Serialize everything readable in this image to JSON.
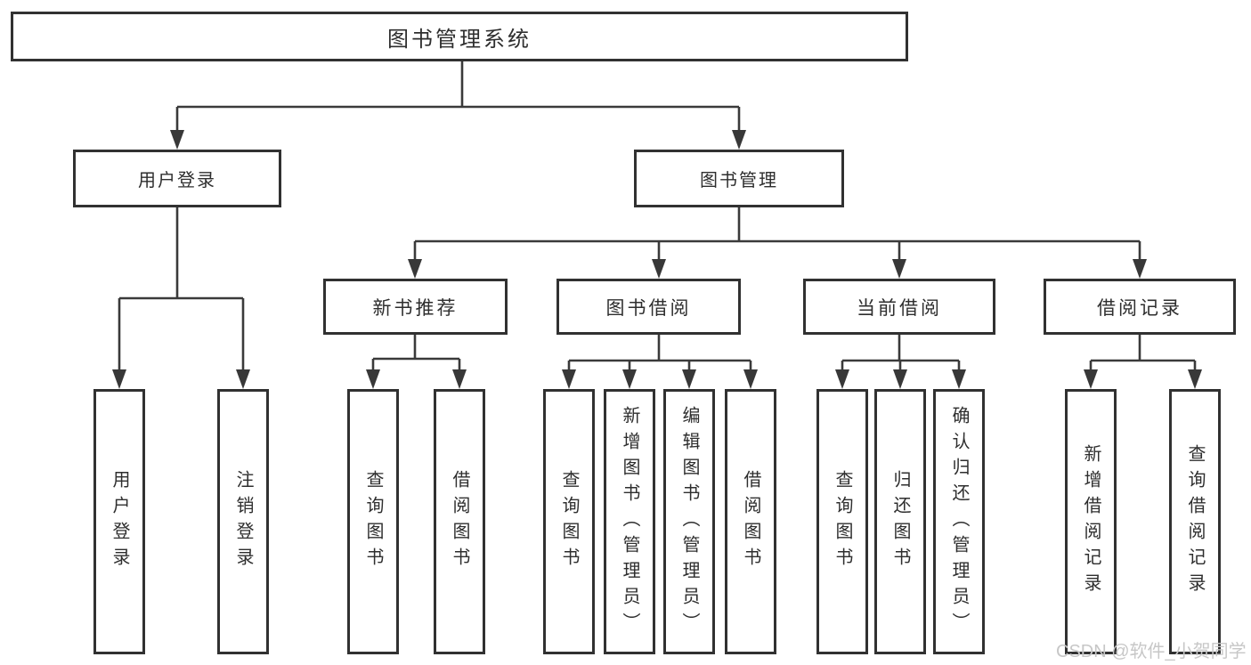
{
  "tree": {
    "label": "图书管理系统",
    "children": [
      {
        "label": "用户登录",
        "children": [
          {
            "label": "用户登录"
          },
          {
            "label": "注销登录"
          }
        ]
      },
      {
        "label": "图书管理",
        "children": [
          {
            "label": "新书推荐",
            "children": [
              {
                "label": "查询图书"
              },
              {
                "label": "借阅图书"
              }
            ]
          },
          {
            "label": "图书借阅",
            "children": [
              {
                "label": "查询图书"
              },
              {
                "label": "新增图书（管理员）"
              },
              {
                "label": "编辑图书（管理员）"
              },
              {
                "label": "借阅图书"
              }
            ]
          },
          {
            "label": "当前借阅",
            "children": [
              {
                "label": "查询图书"
              },
              {
                "label": "归还图书"
              },
              {
                "label": "确认归还（管理员）"
              }
            ]
          },
          {
            "label": "借阅记录",
            "children": [
              {
                "label": "新增借阅记录"
              },
              {
                "label": "查询借阅记录"
              }
            ]
          }
        ]
      }
    ]
  },
  "watermark": "CSDN @软件_小贺同学",
  "colors": {
    "line": "#3a3a3a",
    "border": "#313131",
    "box_bg": "#ffffff",
    "watermark": "#c7c7c7"
  }
}
